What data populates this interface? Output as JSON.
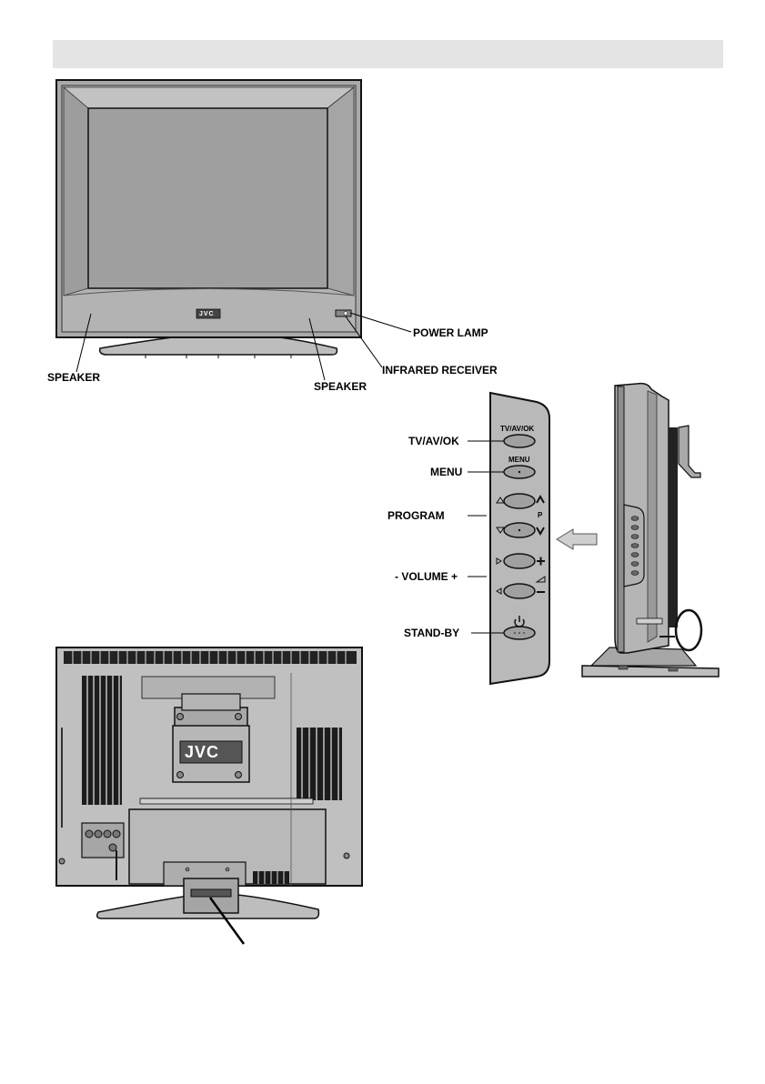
{
  "header": {
    "title": ""
  },
  "front": {
    "brand": "JVC",
    "labels": {
      "power_lamp": "POWER LAMP",
      "infrared_receiver": "INFRARED RECEIVER",
      "speaker_left": "SPEAKER",
      "speaker_right": "SPEAKER"
    }
  },
  "side_panel": {
    "labels": {
      "tv_av_ok": "TV/AV/OK",
      "menu": "MENU",
      "program": "PROGRAM",
      "volume": "- VOLUME +",
      "standby": "STAND-BY"
    },
    "button_labels": {
      "tv_av_ok": "TV/AV/OK",
      "menu": "MENU",
      "program_letter": "P"
    }
  },
  "back": {
    "brand": "JVC"
  }
}
